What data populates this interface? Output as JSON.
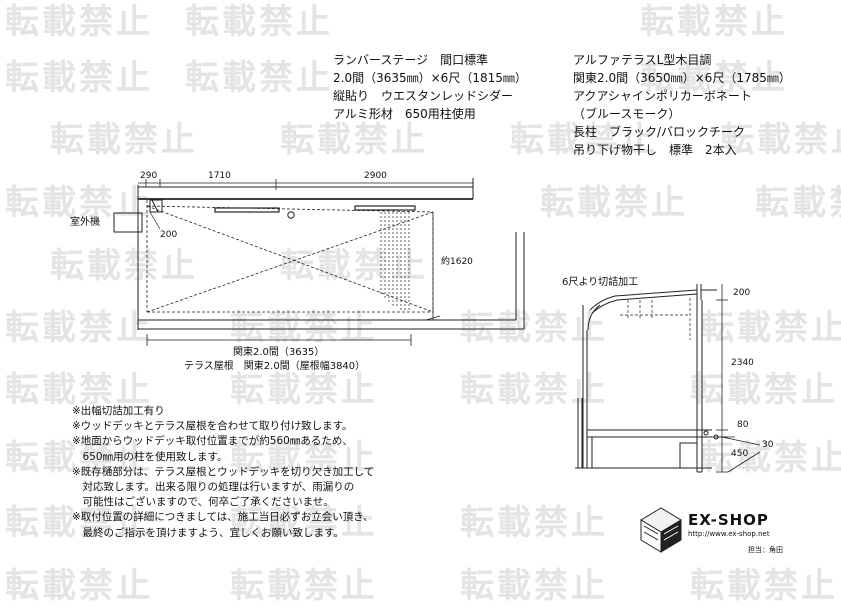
{
  "watermark": {
    "text": "転載禁止"
  },
  "spec_left": [
    "ランバーステージ　間口標準",
    "2.0間（3635㎜）×6尺（1815㎜）",
    "縦貼り　ウエスタンレッドシダー",
    "アルミ形材　650用柱使用"
  ],
  "spec_right": [
    "アルファテラスL型木目調",
    "関東2.0間（3650㎜）×6尺（1785㎜）",
    "アクアシャインポリカーボネート",
    "（ブルースモーク）",
    "長柱　ブラック/バロックチーク",
    "吊り下げ物干し　標準　2本入"
  ],
  "plan": {
    "dim_290": "290",
    "dim_1710": "1710",
    "dim_2900": "2900",
    "dim_200": "200",
    "dim_1620": "約1620",
    "outdoor_unit": "室外機",
    "width_deck": "関東2.0間（3635）",
    "width_roof": "テラス屋根　関東2.0間（屋根幅3840）"
  },
  "elevation": {
    "cut_label": "6尺より切詰加工",
    "dim_200": "200",
    "dim_2340": "2340",
    "dim_80": "80",
    "dim_30": "30",
    "dim_450": "450"
  },
  "notes": [
    "※出幅切詰加工有り",
    "※ウッドデッキとテラス屋根を合わせて取り付け致します。",
    "※地面からウッドデッキ取付位置までが約560㎜あるため、",
    "　650㎜用の柱を使用致します。",
    "※既存樋部分は、テラス屋根とウッドデッキを切り欠き加工して",
    "　対応致します。出来る限りの処理は行いますが、雨漏りの",
    "　可能性はございますので、何卒ご了承くださいませ。",
    "※取付位置の詳細につきましては、施工当日必ずお立会い頂き、",
    "　最終のご指示を頂けますよう、宜しくお願い致します。"
  ],
  "logo": {
    "name": "EX-SHOP",
    "url": "http://www.ex-shop.net",
    "staff": "担当：角田"
  }
}
